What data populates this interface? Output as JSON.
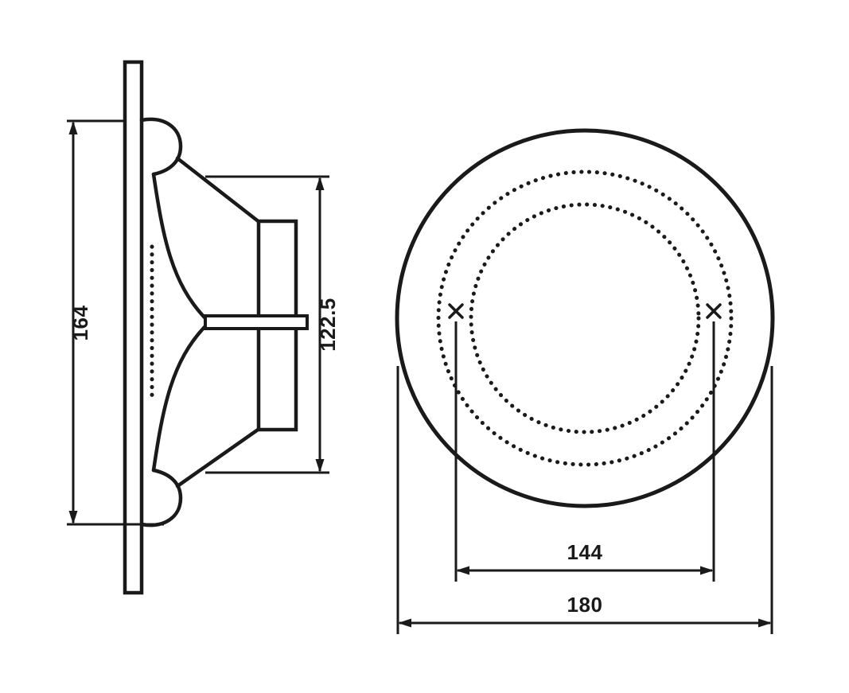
{
  "diagram": {
    "type": "speaker-technical-drawing",
    "side_view": {
      "height_label": "164",
      "depth_label": "122.5"
    },
    "front_view": {
      "bolt_circle_label": "144",
      "outer_diameter_label": "180"
    },
    "colors": {
      "line": "#1a1a1a",
      "background": "#ffffff"
    }
  }
}
